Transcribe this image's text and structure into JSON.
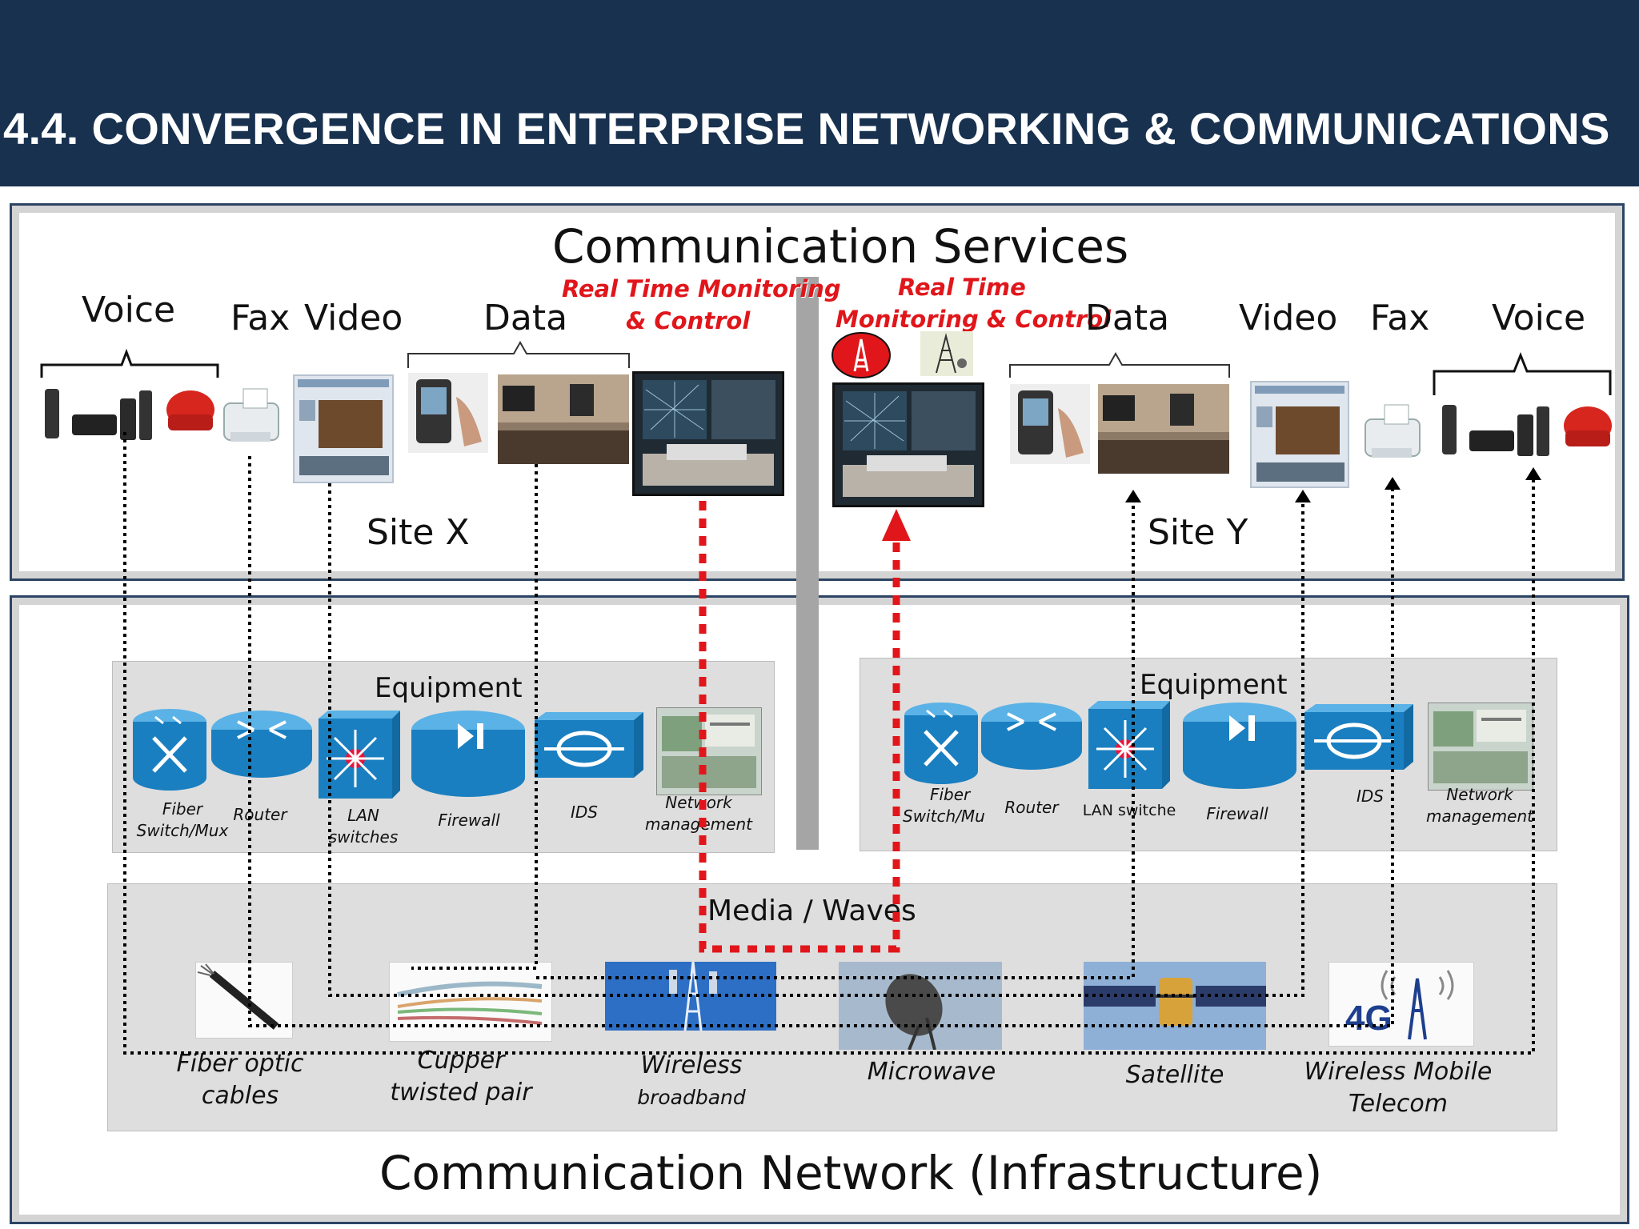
{
  "title": "4.4. CONVERGENCE IN ENTERPRISE NETWORKING & COMMUNICATIONS",
  "services_heading": "Communication Services",
  "network_heading": "Communication Network (Infrastructure)",
  "site_x": {
    "name": "Site X",
    "services": {
      "voice": "Voice",
      "fax": "Fax",
      "video": "Video",
      "data": "Data"
    },
    "realtime_line1": "Real Time Monitoring",
    "realtime_line2": "& Control"
  },
  "site_y": {
    "name": "Site Y",
    "services": {
      "voice": "Voice",
      "fax": "Fax",
      "video": "Video",
      "data": "Data"
    },
    "realtime_line1": "Real Time",
    "realtime_line2": "Monitoring & Control"
  },
  "equipment_heading": "Equipment",
  "equipment_x": {
    "fiber": [
      "Fiber",
      "Switch/Mux"
    ],
    "router": "Router",
    "lan": [
      "LAN",
      "switches"
    ],
    "firewall": "Firewall",
    "ids": "IDS",
    "netmgmt": [
      "Network",
      "management"
    ]
  },
  "equipment_y": {
    "fiber": [
      "Fiber",
      "Switch/Mu"
    ],
    "router": "Router",
    "lan": "LAN switche",
    "firewall": "Firewall",
    "ids": "IDS",
    "netmgmt": [
      "Network",
      "management"
    ]
  },
  "media_heading": "Media / Waves",
  "media": {
    "fiber": [
      "Fiber optic",
      "cables"
    ],
    "copper": [
      "Cupper",
      "twisted pair"
    ],
    "wireless": [
      "Wireless",
      "broadband"
    ],
    "microwave": "Microwave",
    "satellite": "Satellite",
    "mobile": [
      "Wireless Mobile",
      "Telecom"
    ],
    "mobile_badge": "4G"
  },
  "colors": {
    "header_bg": "#18314f",
    "accent_red": "#e0161b",
    "equipment_blue": "#1a7fc0",
    "panel_border": "#2c4464"
  }
}
